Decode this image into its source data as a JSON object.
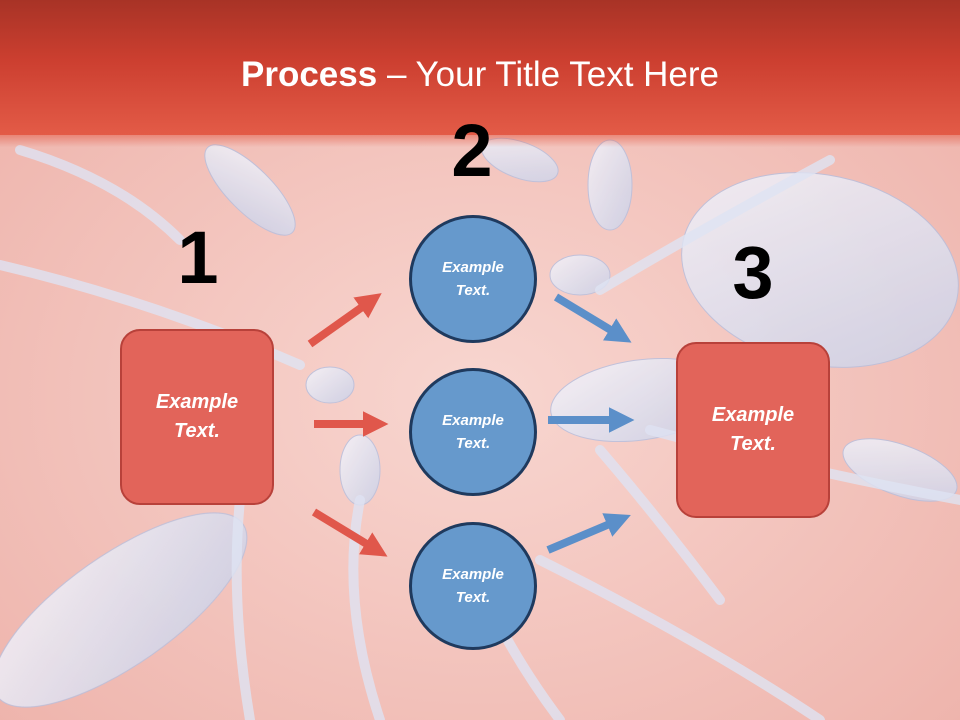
{
  "title": {
    "bold": "Process",
    "rest": " – Your Title Text Here"
  },
  "steps": {
    "one": "1",
    "two": "2",
    "three": "3"
  },
  "boxes": {
    "left": "Example Text.",
    "right": "Example Text."
  },
  "circles": {
    "top": "Example Text.",
    "middle": "Example Text.",
    "bottom": "Example Text."
  },
  "colors": {
    "header": "#cc3f30",
    "box_fill": "#e2645a",
    "circle_fill": "#6699cc",
    "red_arrow": "#e0574b",
    "blue_arrow": "#5b8fc9"
  }
}
